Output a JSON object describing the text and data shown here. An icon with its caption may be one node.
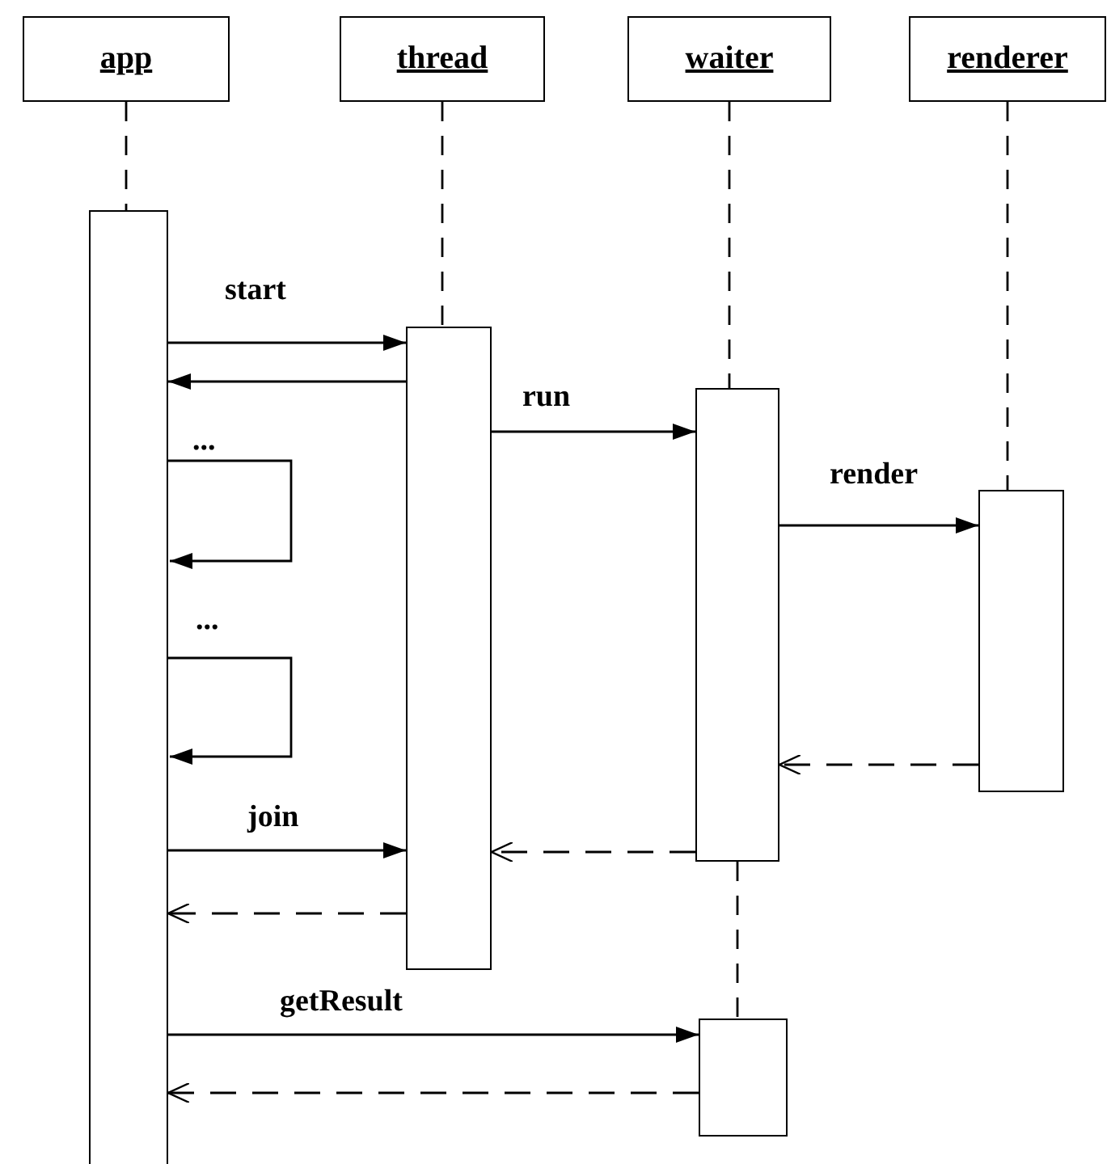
{
  "diagram": {
    "nodes": [
      {
        "text": [
          "app"
        ]
      },
      {
        "text": [
          "thread"
        ]
      },
      {
        "text": [
          "waiter"
        ]
      },
      {
        "text": [
          "renderer"
        ]
      },
      {
        "text": [],
        "shape": "bar"
      },
      {
        "text": [],
        "shape": "bar"
      },
      {
        "text": [],
        "shape": "bar"
      },
      {
        "text": [],
        "shape": "bar"
      },
      {
        "text": [],
        "shape": "bar"
      }
    ],
    "edges": [
      {
        "from": 0,
        "to": 4,
        "arrow": "none",
        "style": "dashed"
      },
      {
        "from": 1,
        "to": 5,
        "arrow": "none",
        "style": "dashed"
      },
      {
        "from": 2,
        "to": 6,
        "arrow": "none",
        "style": "dashed"
      },
      {
        "from": 6,
        "to": 8,
        "arrow": "none",
        "style": "dashed"
      },
      {
        "from": 3,
        "to": 7,
        "arrow": "none",
        "style": "dashed"
      },
      {
        "from": 4,
        "to": 5,
        "arrow": "to",
        "label": "start"
      },
      {
        "from": 5,
        "to": 4,
        "arrow": "to"
      },
      {
        "from": 5,
        "to": 6,
        "arrow": "to",
        "label": "run"
      },
      {
        "from": 4,
        "to": 4,
        "arrow": "to",
        "label": "..."
      },
      {
        "from": 6,
        "to": 7,
        "arrow": "to",
        "label": "render"
      },
      {
        "from": 4,
        "to": 4,
        "arrow": "to",
        "label": "..."
      },
      {
        "from": 7,
        "to": 6,
        "arrow": "to",
        "style": "dashed"
      },
      {
        "from": 4,
        "to": 5,
        "arrow": "to",
        "label": "join"
      },
      {
        "from": 6,
        "to": 5,
        "arrow": "to",
        "style": "dashed"
      },
      {
        "from": 5,
        "to": 4,
        "arrow": "to",
        "style": "dashed"
      },
      {
        "from": 4,
        "to": 8,
        "arrow": "to",
        "label": "getResult"
      },
      {
        "from": 8,
        "to": 4,
        "arrow": "to",
        "style": "dashed"
      }
    ]
  }
}
